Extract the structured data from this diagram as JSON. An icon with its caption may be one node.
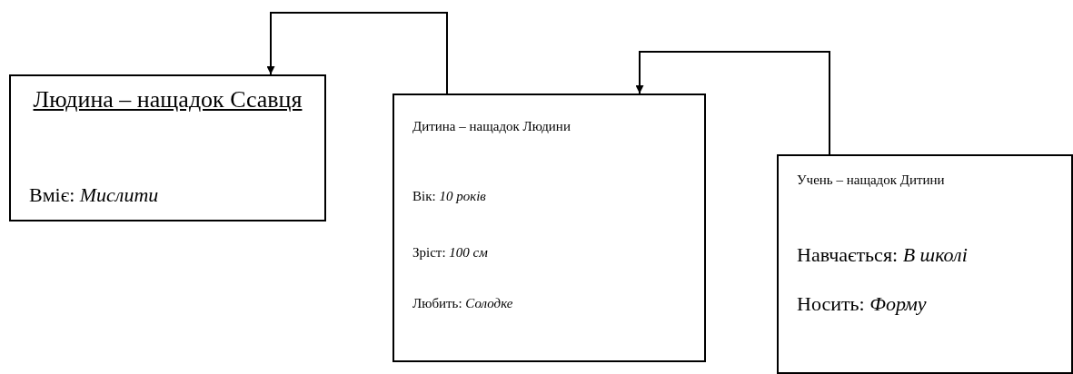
{
  "diagram": {
    "nodes": [
      {
        "text": [
          "Людина – нащадок Ссавця",
          "Вміє: *Мислити*"
        ]
      },
      {
        "text": [
          "Дитина – нащадок Людини",
          "Вік: *10 років*",
          "Зріст: *100 см*",
          "Любить: *Солодке*"
        ]
      },
      {
        "text": [
          "Учень – нащадок Дитини",
          "Навчається: *В школі*",
          "Носить: *Форму*"
        ]
      }
    ],
    "edges": [
      {
        "from": 1,
        "to": 0,
        "arrow": "to"
      },
      {
        "from": 2,
        "to": 1,
        "arrow": "to"
      }
    ]
  }
}
